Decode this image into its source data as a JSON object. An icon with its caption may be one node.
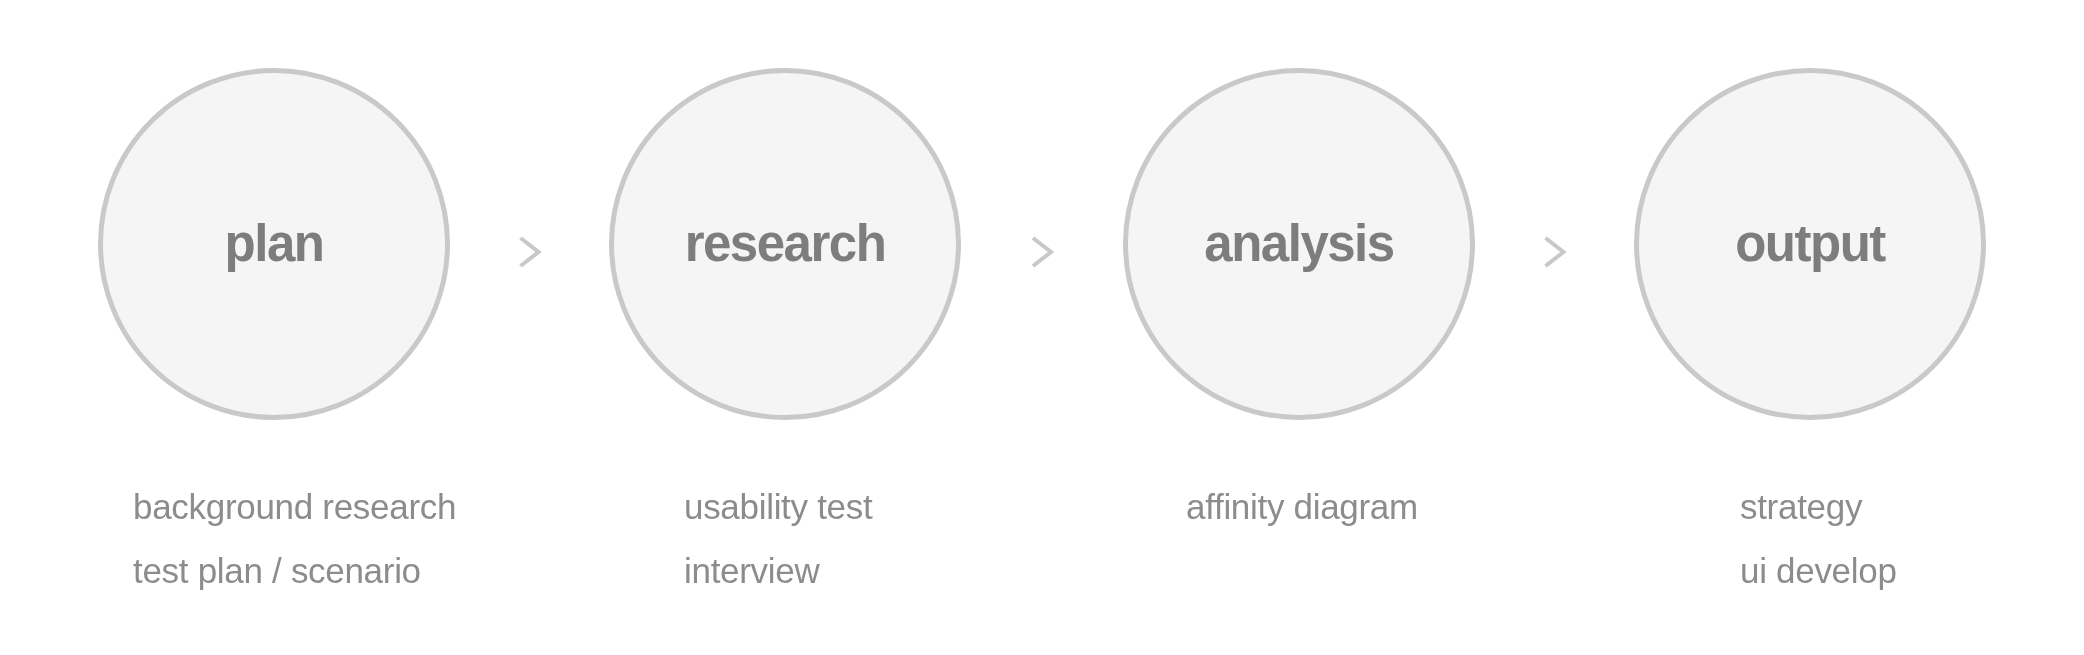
{
  "diagram": {
    "nodes": [
      {
        "text": [
          "plan"
        ],
        "beside": [
          "background research",
          "test plan / scenario"
        ]
      },
      {
        "text": [
          "research"
        ],
        "beside": [
          "usability test",
          "interview"
        ]
      },
      {
        "text": [
          "analysis"
        ],
        "beside": [
          "affinity diagram"
        ]
      },
      {
        "text": [
          "output"
        ],
        "beside": [
          "strategy",
          "ui develop"
        ]
      }
    ],
    "edges": [
      {
        "from": 0,
        "to": 1,
        "arrow": "to"
      },
      {
        "from": 1,
        "to": 2,
        "arrow": "to"
      },
      {
        "from": 2,
        "to": 3,
        "arrow": "to"
      }
    ]
  }
}
